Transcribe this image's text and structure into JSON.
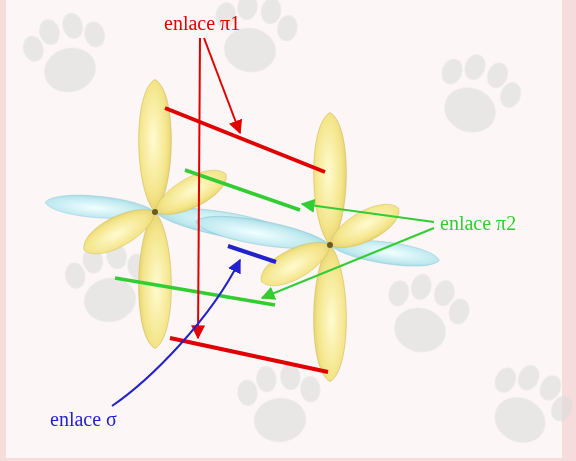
{
  "diagram": {
    "labels": [
      "enlace π1",
      "enlace π2",
      "enlace σ"
    ]
  }
}
